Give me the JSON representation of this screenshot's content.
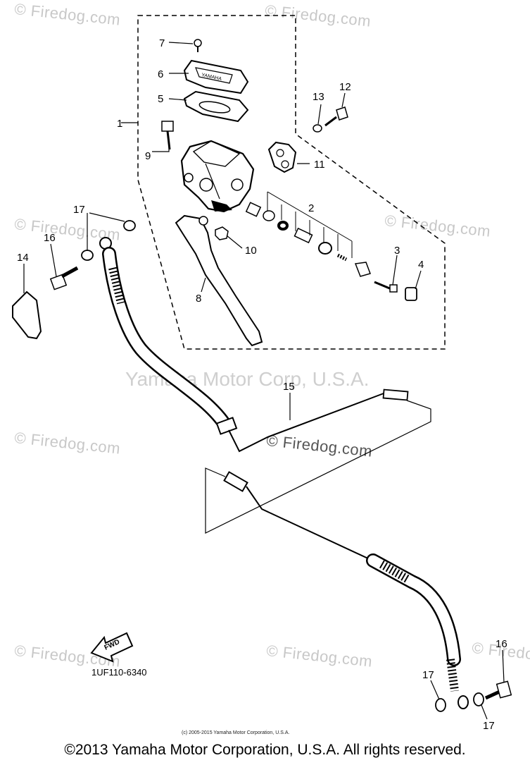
{
  "watermark": "© Firedog.com",
  "center_watermark": "Yamaha Motor Corp, U.S.A.",
  "labels": {
    "p1": "1",
    "p2": "2",
    "p3": "3",
    "p4": "4",
    "p5": "5",
    "p6": "6",
    "p7": "7",
    "p8": "8",
    "p9": "9",
    "p10": "10",
    "p11": "11",
    "p12": "12",
    "p13": "13",
    "p14": "14",
    "p15": "15",
    "p16a": "16",
    "p16b": "16",
    "p17a": "17",
    "p17b": "17",
    "p17c": "17"
  },
  "part_code": "1UF110-6340",
  "fwd_label": "FWD",
  "small_copyright": "(c) 2005-2015 Yamaha Motor Corporation, U.S.A.",
  "footer": "©2013 Yamaha Motor Corporation, U.S.A. All rights reserved."
}
